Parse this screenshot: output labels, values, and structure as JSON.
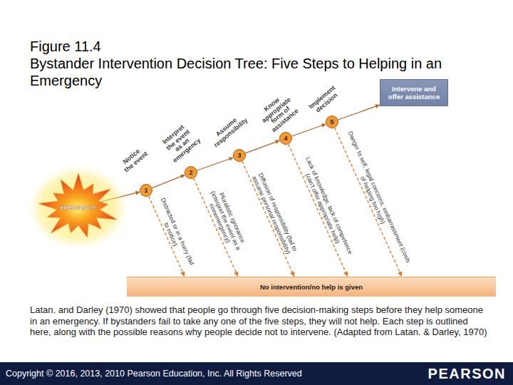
{
  "diagram": {
    "title": "Bystander Intervention Decision Tree: Five Steps to Helping in an Emergency",
    "caption": "Latan. and Darley (1970) showed that people go through five decision-making steps before they help someone in an emergency. If bystanders fail to take any one of the five steps, they will not help. Each step is outlined here, along with the possible reasons why people decide not to intervene. (Adapted from Latan. & Darley, 1970)",
    "nodes": [
      {
        "text": [
          "EMERGENCY!"
        ]
      },
      {
        "text": [
          "1"
        ]
      },
      {
        "text": [
          "2"
        ]
      },
      {
        "text": [
          "3"
        ]
      },
      {
        "text": [
          "4"
        ]
      },
      {
        "text": [
          "5"
        ]
      },
      {
        "text": [
          "Intervene and offer assistance"
        ]
      },
      {
        "text": [
          "No intervention/no help is given"
        ]
      },
      {
        "text": [
          "Copyright © 2016, 2013, 2010 Pearson Education, Inc. All Rights Reserved",
          "PEARSON"
        ]
      }
    ],
    "edges": [
      {
        "from": 0,
        "to": 1,
        "arrow": "to"
      },
      {
        "from": 1,
        "to": 2,
        "arrow": "to"
      },
      {
        "from": 2,
        "to": 3,
        "arrow": "to"
      },
      {
        "from": 3,
        "to": 4,
        "arrow": "to"
      },
      {
        "from": 4,
        "to": 5,
        "arrow": "to"
      },
      {
        "from": 5,
        "to": 6,
        "arrow": "to"
      },
      {
        "from": 1,
        "to": 7,
        "arrow": "to",
        "label": "Distracted or in a hurry (fail to notice)"
      },
      {
        "from": 2,
        "to": 7,
        "arrow": "to",
        "label": "Pluralistic ignorance (interpret the event as a nonemergency)"
      },
      {
        "from": 3,
        "to": 7,
        "arrow": "to",
        "label": "Diffusion of responsibility (fail to assume personal responsibility)"
      },
      {
        "from": 4,
        "to": 7,
        "arrow": "to",
        "label": "Lack of knowledge, lack of competence (can't offer appropriate help)"
      },
      {
        "from": 5,
        "to": 7,
        "arrow": "to",
        "label": "Danger to self, legal concerns, embarrassment (costs of helping too high)"
      }
    ],
    "labels": [
      "Figure 11.4",
      "Notice the event",
      "Interpret the event as an emergency",
      "Assume responsibility",
      "Know appropriate form of assistance",
      "Implement decision"
    ]
  }
}
